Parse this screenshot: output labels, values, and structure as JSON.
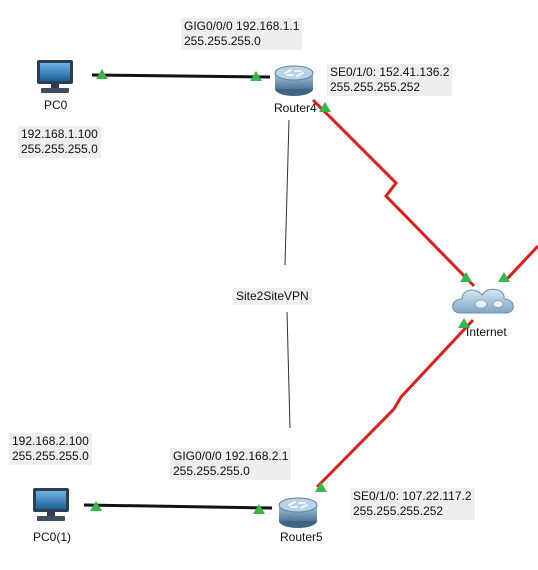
{
  "colors": {
    "wan_link": "#e21b1b",
    "lan_link": "#111111",
    "vpn_line": "#333333",
    "port_up": "#39b54a",
    "label_bg": "#eeeeee"
  },
  "devices": {
    "pc0": {
      "name": "PC0",
      "icon": "pc-icon"
    },
    "pc1": {
      "name": "PC0(1)",
      "icon": "pc-icon"
    },
    "router4": {
      "name": "Router4",
      "icon": "router-icon"
    },
    "router5": {
      "name": "Router5",
      "icon": "router-icon"
    },
    "internet": {
      "name": "Internet",
      "icon": "cloud-icon"
    }
  },
  "labels": {
    "pc0_ip": {
      "line1": "192.168.1.100",
      "line2": "255.255.255.0"
    },
    "pc1_ip": {
      "line1": "192.168.2.100",
      "line2": "255.255.255.0"
    },
    "router4_gig": {
      "line1": "GIG0/0/0 192.168.1.1",
      "line2": "255.255.255.0"
    },
    "router4_se": {
      "line1": "SE0/1/0: 152.41.136.2",
      "line2": "255.255.255.252"
    },
    "router5_gig": {
      "line1": "GIG0/0/0 192.168.2.1",
      "line2": "255.255.255.0"
    },
    "router5_se": {
      "line1": "SE0/1/0: 107.22.117.2",
      "line2": "255.255.255.252"
    },
    "vpn": "Site2SiteVPN"
  }
}
